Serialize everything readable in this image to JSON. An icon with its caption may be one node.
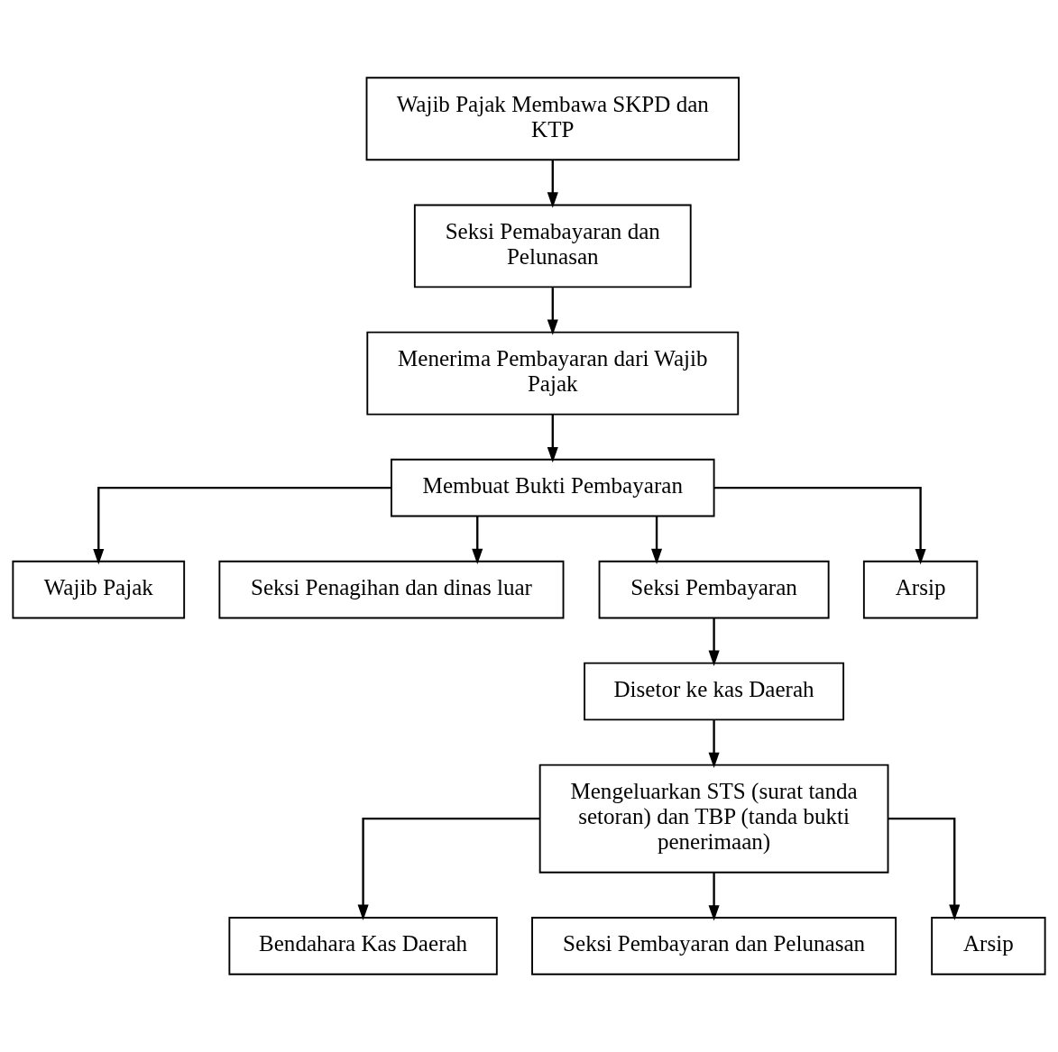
{
  "diagram": {
    "nodes": [
      {
        "text": [
          "Wajib Pajak Membawa SKPD dan KTP"
        ]
      },
      {
        "text": [
          "Seksi Pemabayaran dan Pelunasan"
        ]
      },
      {
        "text": [
          "Menerima Pembayaran dari Wajib Pajak"
        ]
      },
      {
        "text": [
          "Membuat Bukti Pembayaran"
        ]
      },
      {
        "text": [
          "Wajib Pajak"
        ]
      },
      {
        "text": [
          "Seksi Penagihan dan dinas luar"
        ]
      },
      {
        "text": [
          "Seksi Pembayaran"
        ]
      },
      {
        "text": [
          "Arsip"
        ]
      },
      {
        "text": [
          "Disetor ke kas Daerah"
        ]
      },
      {
        "text": [
          "Mengeluarkan STS (surat tanda setoran) dan TBP (tanda bukti penerimaan)"
        ]
      },
      {
        "text": [
          "Bendahara Kas Daerah"
        ]
      },
      {
        "text": [
          "Seksi Pembayaran dan Pelunasan"
        ]
      },
      {
        "text": [
          "Arsip"
        ]
      }
    ],
    "edges": [
      {
        "from": 0,
        "to": 1,
        "arrow": "to"
      },
      {
        "from": 1,
        "to": 2,
        "arrow": "to"
      },
      {
        "from": 2,
        "to": 3,
        "arrow": "to"
      },
      {
        "from": 3,
        "to": 4,
        "arrow": "to"
      },
      {
        "from": 3,
        "to": 5,
        "arrow": "to"
      },
      {
        "from": 3,
        "to": 6,
        "arrow": "to"
      },
      {
        "from": 3,
        "to": 7,
        "arrow": "to"
      },
      {
        "from": 6,
        "to": 8,
        "arrow": "to"
      },
      {
        "from": 8,
        "to": 9,
        "arrow": "to"
      },
      {
        "from": 9,
        "to": 10,
        "arrow": "to"
      },
      {
        "from": 9,
        "to": 11,
        "arrow": "to"
      },
      {
        "from": 9,
        "to": 12,
        "arrow": "to"
      }
    ]
  }
}
